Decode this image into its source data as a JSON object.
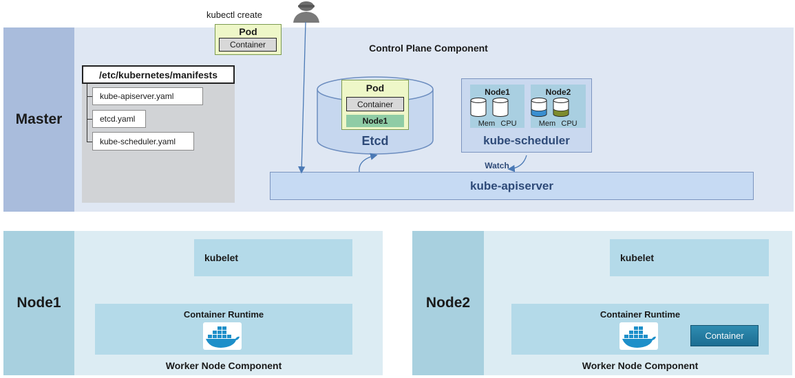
{
  "user": {
    "command_label": "kubectl create",
    "icon": "user-icon"
  },
  "new_pod": {
    "title": "Pod",
    "container_label": "Container"
  },
  "master": {
    "label": "Master",
    "manifests": {
      "path": "/etc/kubernetes/manifests",
      "files": [
        "kube-apiserver.yaml",
        "etcd.yaml",
        "kube-scheduler.yaml"
      ]
    },
    "control_plane_title": "Control Plane Component",
    "etcd": {
      "label": "Etcd",
      "pod": {
        "title": "Pod",
        "container_label": "Container",
        "node_label": "Node1"
      }
    },
    "scheduler": {
      "label": "kube-scheduler",
      "nodes": [
        {
          "title": "Node1",
          "mem_label": "Mem",
          "cpu_label": "CPU",
          "mem_fill": 0,
          "cpu_fill": 0
        },
        {
          "title": "Node2",
          "mem_label": "Mem",
          "cpu_label": "CPU",
          "mem_fill": 0.4,
          "cpu_fill": 0.4
        }
      ]
    },
    "watch_label": "Watch",
    "apiserver_label": "kube-apiserver"
  },
  "workers": [
    {
      "label": "Node1",
      "kubelet_label": "kubelet",
      "runtime_label": "Container Runtime",
      "component_label": "Worker Node Component",
      "container_label": null
    },
    {
      "label": "Node2",
      "kubelet_label": "kubelet",
      "runtime_label": "Container Runtime",
      "component_label": "Worker Node Component",
      "container_label": "Container"
    }
  ],
  "colors": {
    "master_panel": "#dfe7f3",
    "master_side": "#a9bcdc",
    "node_panel": "#dcecf3",
    "node_side": "#a8d0df",
    "pod_fill": "#eef7c8",
    "accent_text": "#2e4a78",
    "docker_blue": "#1d8fc9",
    "resource_blue": "#3a8fd0",
    "resource_olive": "#7d8b2d"
  }
}
